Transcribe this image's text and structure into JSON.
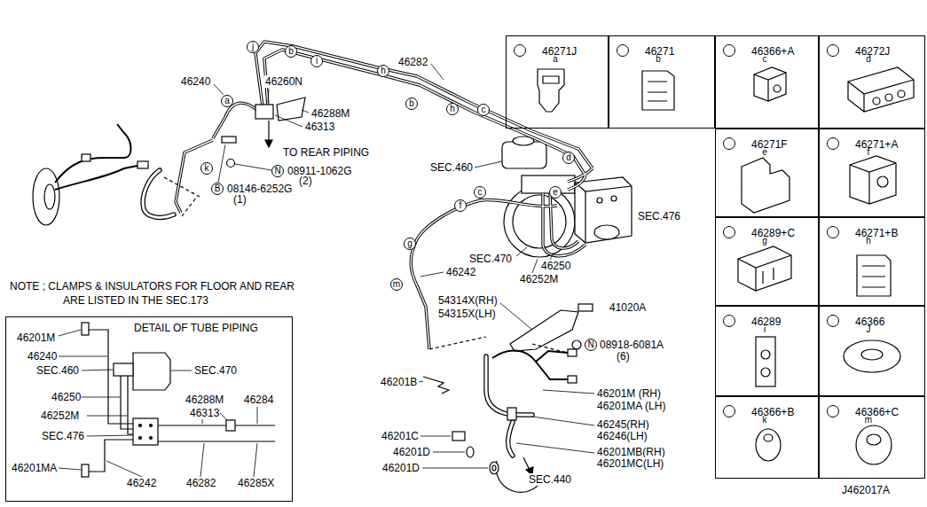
{
  "diagram": {
    "nodes": [
      {
        "text": [
          "DETAIL OF TUBE PIPING"
        ]
      },
      {
        "text": [
          "j"
        ]
      },
      {
        "text": [
          "b"
        ]
      },
      {
        "text": [
          "i"
        ]
      },
      {
        "text": [
          "h"
        ]
      },
      {
        "text": [
          "a"
        ]
      },
      {
        "text": [
          "b"
        ]
      },
      {
        "text": [
          "h"
        ]
      },
      {
        "text": [
          "c"
        ]
      },
      {
        "text": [
          "d"
        ]
      },
      {
        "text": [
          "k"
        ]
      },
      {
        "text": [
          "N"
        ]
      },
      {
        "text": [
          "B"
        ]
      },
      {
        "text": [
          "c"
        ]
      },
      {
        "text": [
          "e"
        ]
      },
      {
        "text": [
          "f"
        ]
      },
      {
        "text": [
          "g"
        ]
      },
      {
        "text": [
          "m"
        ]
      },
      {
        "text": [
          "N"
        ]
      },
      {
        "text": [
          "46271J"
        ]
      },
      {
        "text": [
          "a"
        ],
        "in": 19
      },
      {
        "text": [
          "46271"
        ]
      },
      {
        "text": [
          "b"
        ],
        "in": 21
      },
      {
        "text": [
          "46366+A"
        ]
      },
      {
        "text": [
          "c"
        ],
        "in": 23
      },
      {
        "text": [
          "46272J"
        ]
      },
      {
        "text": [
          "d"
        ],
        "in": 25
      },
      {
        "text": [
          "46271F"
        ]
      },
      {
        "text": [
          "e"
        ],
        "in": 27
      },
      {
        "text": [
          "46271+A"
        ]
      },
      {
        "text": [
          "f"
        ],
        "in": 29
      },
      {
        "text": [
          "46289+C"
        ]
      },
      {
        "text": [
          "g"
        ],
        "in": 31
      },
      {
        "text": [
          "46271+B"
        ]
      },
      {
        "text": [
          "h"
        ],
        "in": 33
      },
      {
        "text": [
          "46289"
        ]
      },
      {
        "text": [
          "i"
        ],
        "in": 35
      },
      {
        "text": [
          "46366"
        ]
      },
      {
        "text": [
          "J"
        ],
        "in": 37
      },
      {
        "text": [
          "46366+B"
        ]
      },
      {
        "text": [
          "k"
        ],
        "in": 39
      },
      {
        "text": [
          "46366+C"
        ]
      },
      {
        "text": [
          "m"
        ],
        "in": 41
      }
    ],
    "labels": [
      "46240",
      "46260N",
      "46282",
      "46288M",
      "46313",
      "TO REAR PIPING",
      "08911-1062G",
      "(2)",
      "08146-6252G",
      "(1)",
      "SEC.460",
      "SEC.476",
      "SEC.470",
      "46250",
      "46242",
      "46252M",
      "NOTE ; CLAMPS & INSULATORS FOR FLOOR AND REAR",
      "ARE LISTED IN THE SEC.173",
      "54314X(RH)",
      "54315X(LH)",
      "41020A",
      "08918-6081A",
      "(6)",
      "46201M",
      "46240",
      "SEC.460",
      "SEC.470",
      "46201B",
      "46201M (RH)",
      "46250",
      "46288M",
      "46284",
      "46201MA (LH)",
      "46313",
      "46252M",
      "46245(RH)",
      "46246(LH)",
      "SEC.476",
      "46201C",
      "46201D",
      "46201MB(RH)",
      "46201MC(LH)",
      "46201MA",
      "46201D",
      "SEC.440",
      "46242",
      "46282",
      "46285X",
      "J462017A"
    ]
  }
}
